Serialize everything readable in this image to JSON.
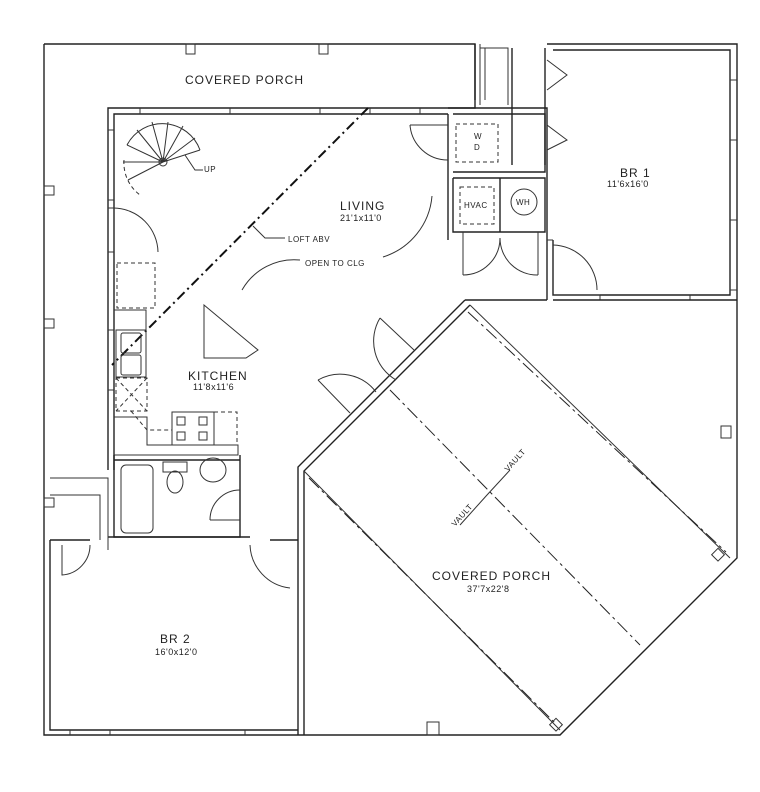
{
  "rooms": {
    "covered_porch_top": {
      "name": "COVERED PORCH"
    },
    "living": {
      "name": "LIVING",
      "size": "21'1x11'0"
    },
    "kitchen": {
      "name": "KITCHEN",
      "size": "11'8x11'6"
    },
    "br1": {
      "name": "BR 1",
      "size": "11'6x16'0"
    },
    "br2": {
      "name": "BR 2",
      "size": "16'0x12'0"
    },
    "covered_porch_main": {
      "name": "COVERED PORCH",
      "size": "37'7x22'8"
    }
  },
  "annotations": {
    "stair": "UP",
    "loft": "LOFT ABV",
    "open": "OPEN TO CLG",
    "vault_a": "VAULT",
    "vault_b": "VAULT",
    "washer_dryer_top": "W",
    "washer_dryer_bottom": "D",
    "hvac": "HVAC",
    "water_heater": "WH"
  }
}
